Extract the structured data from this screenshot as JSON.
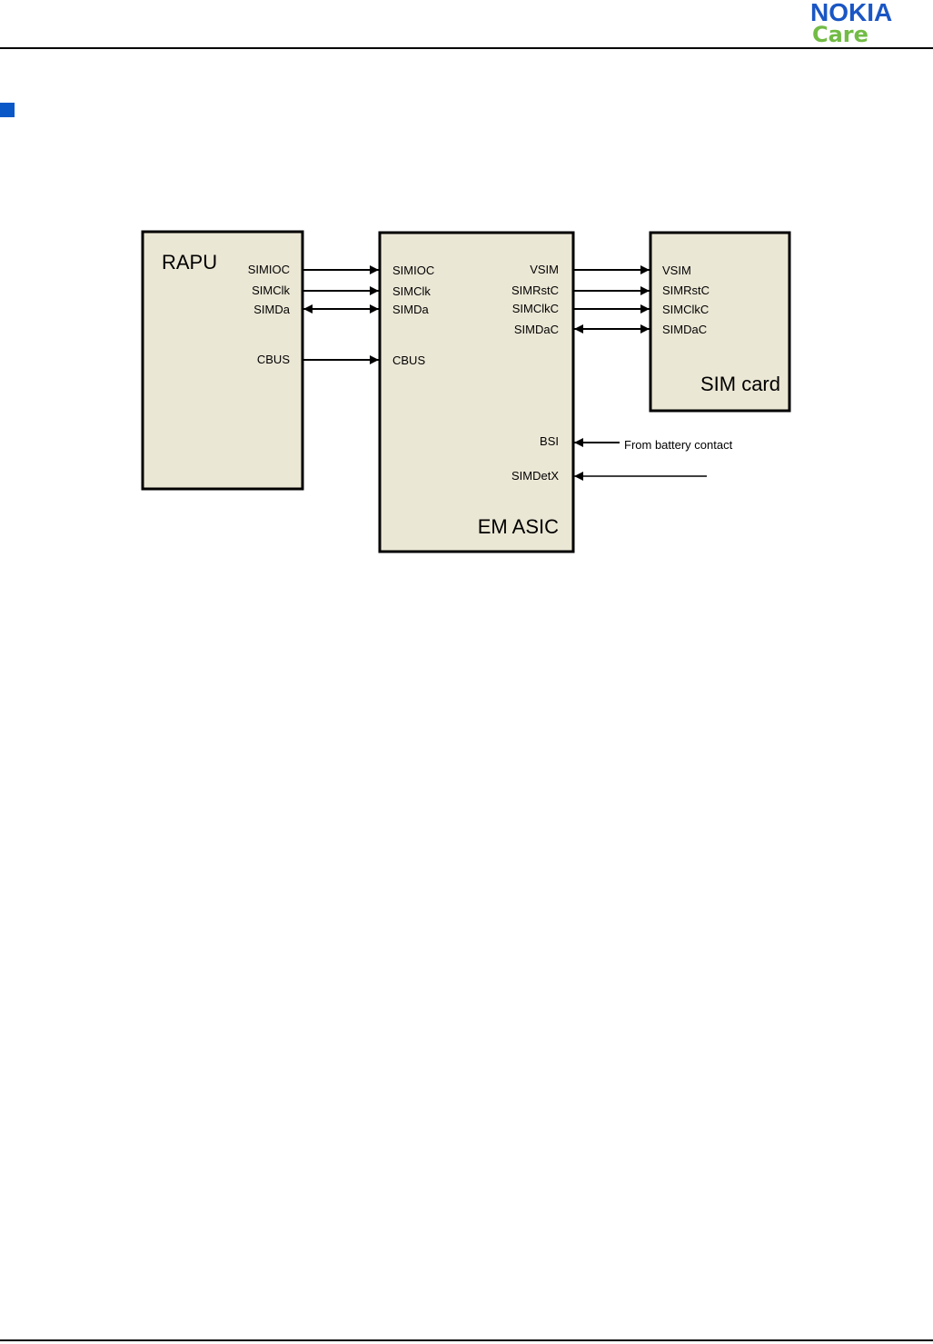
{
  "header": {
    "brand_name": "NOKIA",
    "brand_sub": "Care",
    "brand_color": "#1a56c4",
    "care_color": "#72bb45",
    "bullet_color": "#0a58c8"
  },
  "diagram": {
    "block_fill": "#ebe7d5",
    "rapu": {
      "title": "RAPU",
      "pins": [
        "SIMIOC",
        "SIMClk",
        "SIMDa",
        "CBUS"
      ]
    },
    "asic": {
      "title": "EM ASIC",
      "left_pins": [
        "SIMIOC",
        "SIMClk",
        "SIMDa",
        "CBUS"
      ],
      "right_pins": [
        "VSIM",
        "SIMRstC",
        "SIMClkC",
        "SIMDaC",
        "BSI",
        "SIMDetX"
      ]
    },
    "simcard": {
      "title": "SIM card",
      "pins": [
        "VSIM",
        "SIMRstC",
        "SIMClkC",
        "SIMDaC"
      ]
    },
    "battery_label": "From battery contact"
  }
}
